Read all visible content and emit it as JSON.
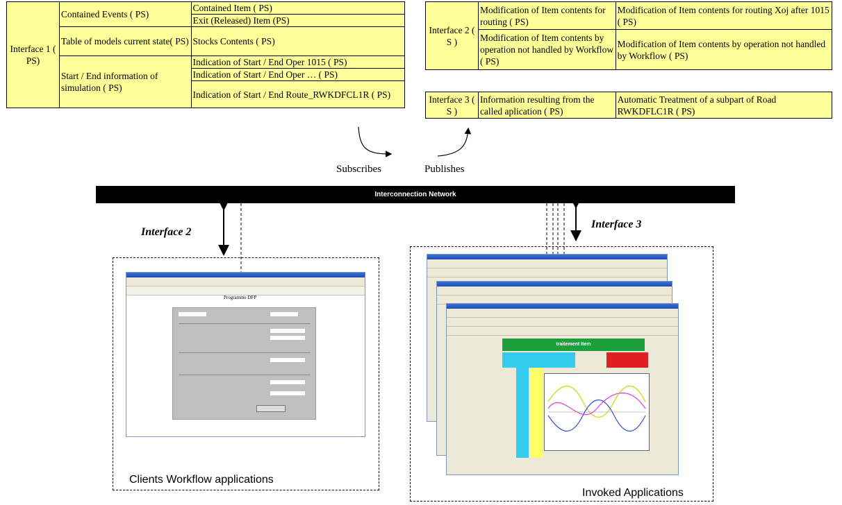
{
  "table1": {
    "interface": "Interface 1 ( PS)",
    "rows": [
      {
        "group": "Contained Events ( PS)",
        "items": [
          "Contained Item ( PS)",
          "Exit (Released) Item  (PS)"
        ]
      },
      {
        "group": "Table of  models current state( PS)",
        "items": [
          "Stocks Contents  ( PS)"
        ]
      },
      {
        "group": "Start / End information of simulation ( PS)",
        "items": [
          "Indication of Start / End Oper 1015 ( PS)",
          "Indication of Start / End Oper … ( PS)",
          "Indication of Start / End Route_RWKDFCL1R ( PS)"
        ]
      }
    ]
  },
  "table2": {
    "interface": "Interface 2 ( S )",
    "rows": [
      {
        "left": "Modification of  Item contents for routing  ( PS)",
        "right": "Modification of Item contents for routing Xoj after 1015 ( PS)"
      },
      {
        "left": "Modification of Item contents by operation not handled by Workflow ( PS)",
        "right": "Modification of Item contents by operation not handled by Workflow ( PS)"
      }
    ]
  },
  "table3": {
    "interface": "Interface 3 ( S )",
    "left": "Information resulting from the called aplication ( PS)",
    "right": "Automatic Treatment of a subpart of Road RWKDFLC1R ( PS)"
  },
  "labels": {
    "subscribes": "Subscribes",
    "publishes": "Publishes",
    "network": "Interconnection Network",
    "interface2": "Interface 2",
    "interface3": "Interface 3",
    "clients": "Clients Workflow applications",
    "invoked": "Invoked Applications"
  },
  "screenshots": {
    "clients_title": "Programme DFP",
    "excel_title": "traitement Item"
  }
}
